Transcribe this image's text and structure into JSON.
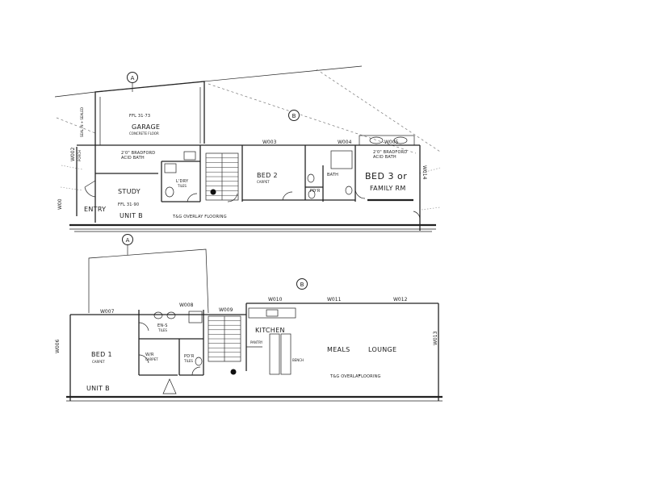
{
  "markers": {
    "a": "A",
    "b": "B"
  },
  "ground": {
    "garage": "GARAGE",
    "garage_sub": "CONCRETE FLOOR",
    "garage_ffl": "FFL 31·73",
    "bed2": "BED 2",
    "bed2_sub": "CARPET",
    "bed3": "BED 3 or",
    "bed3b": "FAMILY RM",
    "study": "STUDY",
    "entry": "ENTRY",
    "ffl": "FFL 31·90",
    "unit": "UNIT B",
    "ldry": "L'DRY",
    "ldry_sub": "TILES",
    "bath": "BATH",
    "pdr": "PD'R",
    "porch": "PORCH",
    "floor_note": "T&G OVERLAY FLOORING",
    "bath_note1": "2'0\" BRADFORD",
    "bath_note1b": "ACID BATH",
    "bath_note2": "2'0\" BRADFORD",
    "bath_note2b": "ACID BATH",
    "stair_note": "SEAL IN + SEALED",
    "w_left": "W00",
    "w_left2": "W002",
    "w_003": "W003",
    "w_004": "W004",
    "w_005": "W005",
    "w_014": "W014"
  },
  "upper": {
    "bed1": "BED 1",
    "bed1_sub": "CARPET",
    "unit": "UNIT B",
    "ens": "EN-S",
    "ens_sub": "TILES",
    "wir": "W/R",
    "wir_sub": "CARPET",
    "pdr": "PD'R",
    "pdr_sub": "TILES",
    "kitchen": "KITCHEN",
    "meals": "MEALS",
    "lounge": "LOUNGE",
    "pantry": "PANTRY",
    "bench": "BENCH",
    "floor_note1": "T&G OVERLAY",
    "floor_note2": "FLOORING",
    "w006": "W006",
    "w007": "W007",
    "w008": "W008",
    "w009": "W009",
    "w010": "W010",
    "w011": "W011",
    "w012": "W012",
    "w013": "W013"
  }
}
